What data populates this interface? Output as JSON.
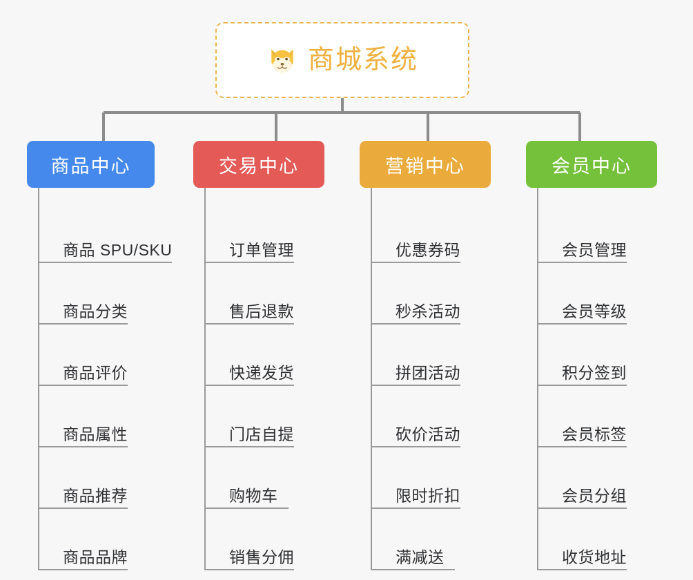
{
  "diagram": {
    "title": "商城系统",
    "type": "mindmap",
    "background_color": "#f7f7f7"
  },
  "root": {
    "label": "商城系统",
    "icon": "shiba-dog-face-icon",
    "text_color": "#f0b040",
    "border_color": "#eeb44f",
    "border_style": "dashed",
    "background_color": "#ffffff"
  },
  "connector": {
    "color": "#8c8c8c"
  },
  "branches": [
    {
      "label": "商品中心",
      "color": "#4589ec",
      "color_name": "blue",
      "items": [
        "商品 SPU/SKU",
        "商品分类",
        "商品评价",
        "商品属性",
        "商品推荐",
        "商品品牌"
      ]
    },
    {
      "label": "交易中心",
      "color": "#e45a57",
      "color_name": "red",
      "items": [
        "订单管理",
        "售后退款",
        "快递发货",
        "门店自提",
        "购物车",
        "销售分佣"
      ]
    },
    {
      "label": "营销中心",
      "color": "#eaab3c",
      "color_name": "orange",
      "items": [
        "优惠券码",
        "秒杀活动",
        "拼团活动",
        "砍价活动",
        "限时折扣",
        "满减送"
      ]
    },
    {
      "label": "会员中心",
      "color": "#75c13c",
      "color_name": "green",
      "items": [
        "会员管理",
        "会员等级",
        "积分签到",
        "会员标签",
        "会员分组",
        "收货地址"
      ]
    }
  ]
}
